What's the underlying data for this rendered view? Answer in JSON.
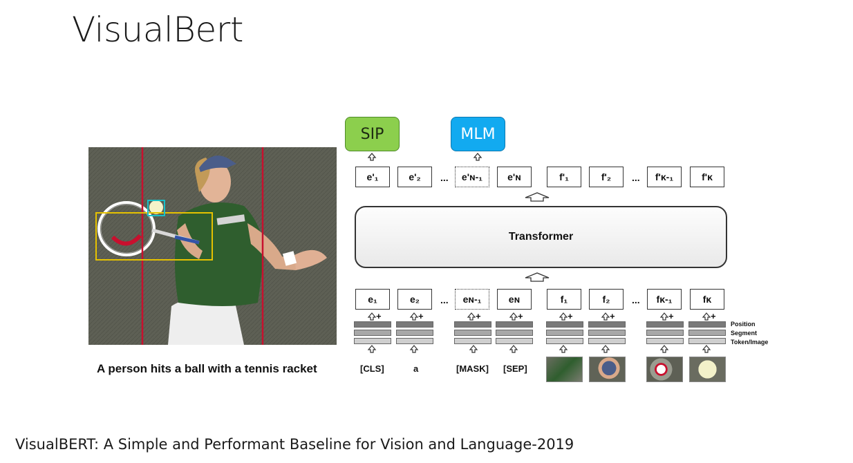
{
  "slide": {
    "title": "VisualBert",
    "footer": "VisualBERT: A Simple and Performant Baseline for Vision and Language-2019"
  },
  "image_caption": "A person hits a ball with a tennis racket",
  "heads": {
    "sip": "SIP",
    "mlm": "MLM"
  },
  "transformer_label": "Transformer",
  "outputs": [
    "e'₁",
    "e'₂",
    "e'ɴ-₁",
    "e'ɴ",
    "f'₁",
    "f'₂",
    "f'ᴋ-₁",
    "f'ᴋ"
  ],
  "inputs": [
    "e₁",
    "e₂",
    "eɴ-₁",
    "eɴ",
    "f₁",
    "f₂",
    "fᴋ-₁",
    "fᴋ"
  ],
  "ellipsis": "...",
  "embedding_legend": [
    "Position",
    "Segment",
    "Token/Image"
  ],
  "tokens": [
    "[CLS]",
    "a",
    "[MASK]",
    "[SEP]"
  ],
  "plus_sign": "+",
  "colors": {
    "sip": "#8ccf4d",
    "mlm": "#12aaf0",
    "red_line": "#c8102e",
    "yellow_box": "#e6c200",
    "cyan_box": "#19c0c8"
  }
}
